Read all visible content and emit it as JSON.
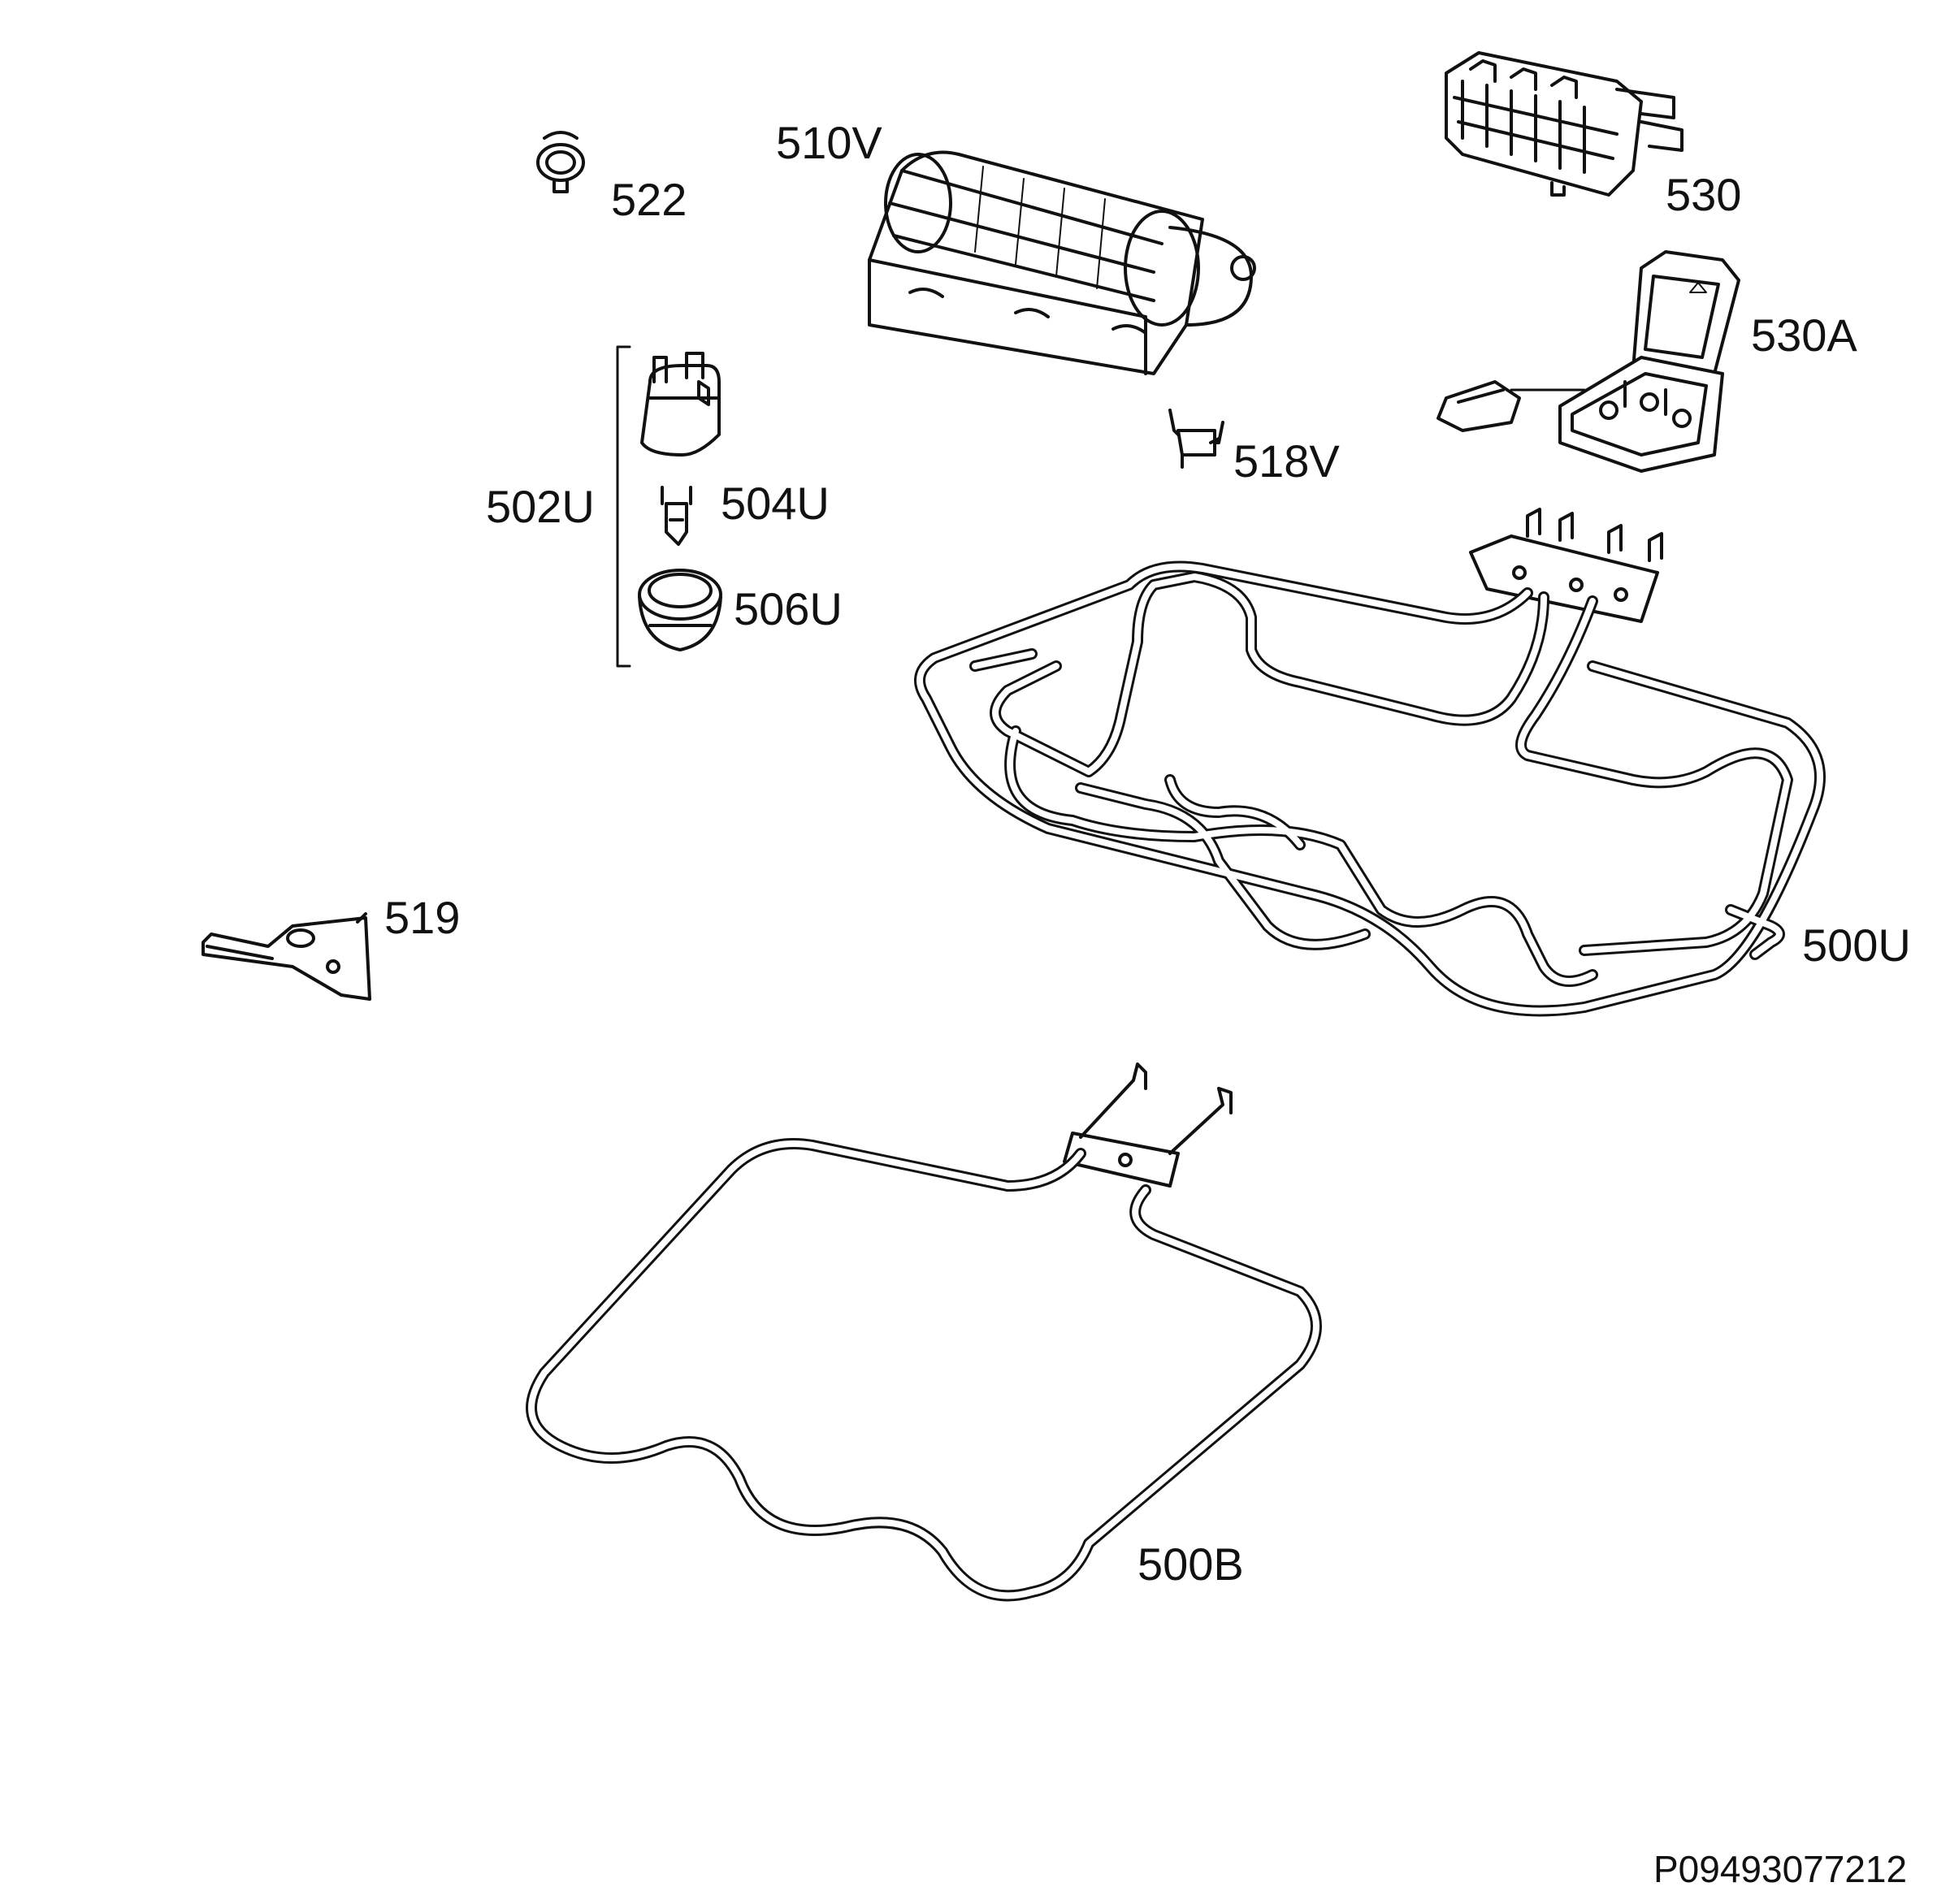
{
  "parts": {
    "p522": "522",
    "p510V": "510V",
    "p530": "530",
    "p530A": "530A",
    "p518V": "518V",
    "p502U": "502U",
    "p504U": "504U",
    "p506U": "506U",
    "p519": "519",
    "p500U": "500U",
    "p500B": "500B"
  },
  "document_id": "P09493077212",
  "colors": {
    "line": "#111111",
    "fill": "#ffffff",
    "shade": "#dcdcdc"
  }
}
